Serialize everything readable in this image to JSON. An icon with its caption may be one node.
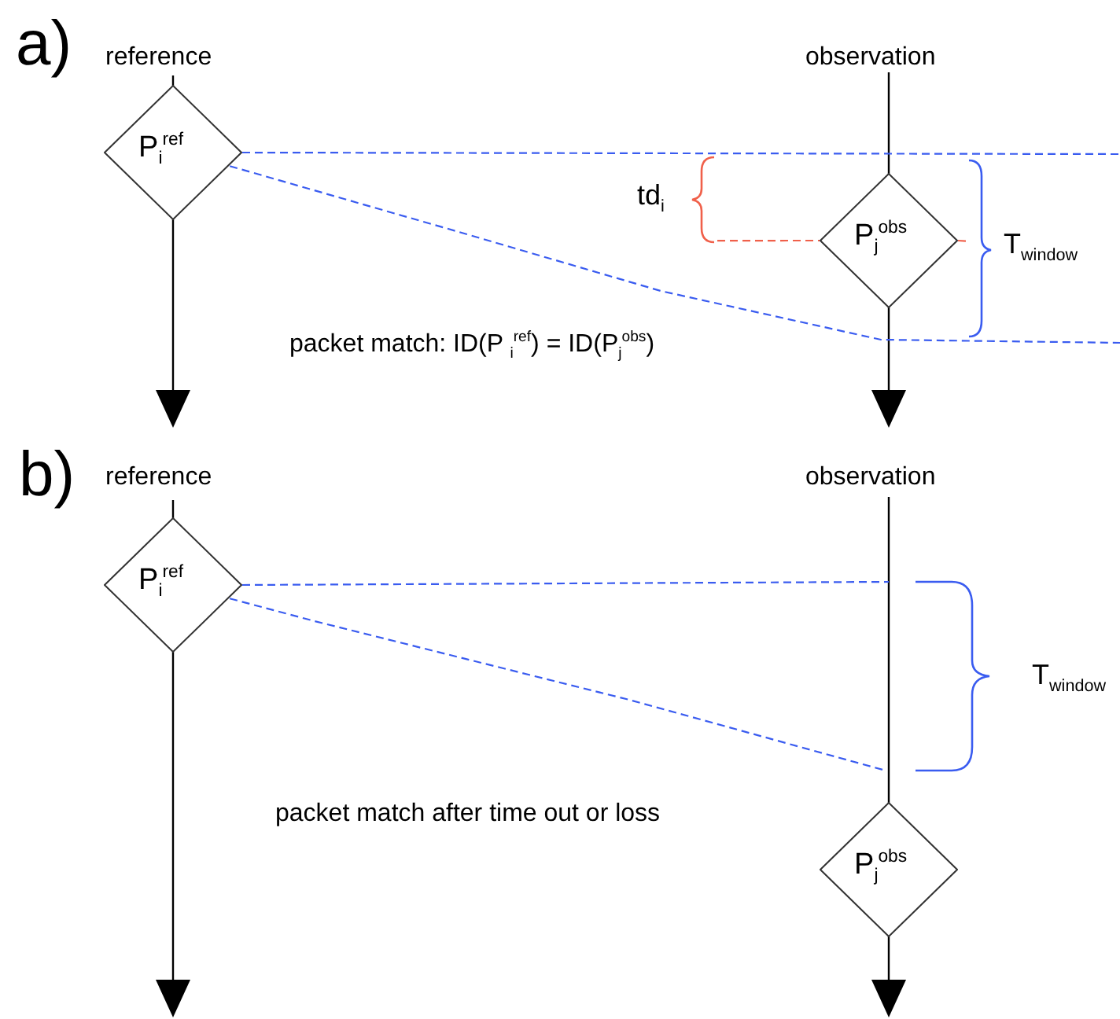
{
  "diagram": {
    "nodes": [
      {
        "text": [
          "P$_{i}$$^{ref}$"
        ]
      },
      {
        "text": [
          "P$_{j}$$^{obs}$"
        ]
      },
      {
        "text": [
          "P$_{i}$$^{ref}$"
        ]
      },
      {
        "text": [
          "P$_{j}$$^{obs}$"
        ]
      },
      {
        "text": [],
        "shape": "brace"
      },
      {
        "text": [],
        "shape": "brace"
      }
    ],
    "edges": [
      {
        "from": 0,
        "to": null,
        "arrow": "none",
        "style": "dashed",
        "color": "#3a5cf0"
      },
      {
        "from": 0,
        "to": null,
        "arrow": "none",
        "style": "dashed",
        "color": "#3a5cf0"
      },
      {
        "from": 4,
        "to": 1,
        "arrow": "none",
        "style": "dashed",
        "color": "#f0604a"
      },
      {
        "from": 1,
        "to": 5,
        "arrow": "none",
        "style": "dashed",
        "color": "#f0604a"
      },
      {
        "from": 2,
        "to": null,
        "arrow": "none",
        "style": "dashed",
        "color": "#3a5cf0"
      },
      {
        "from": 2,
        "to": null,
        "arrow": "none",
        "style": "dashed",
        "color": "#3a5cf0"
      }
    ],
    "labels": [
      "a)",
      "reference",
      "observation",
      "td$_{i}$",
      "T$_{window}$",
      "packet match: ID(P $_{i}$$^{ref}$) = ID(P$_{j}$$^{obs}$)",
      "b)",
      "reference",
      "observation",
      "T$_{window}$",
      "packet match after time out or loss"
    ]
  }
}
